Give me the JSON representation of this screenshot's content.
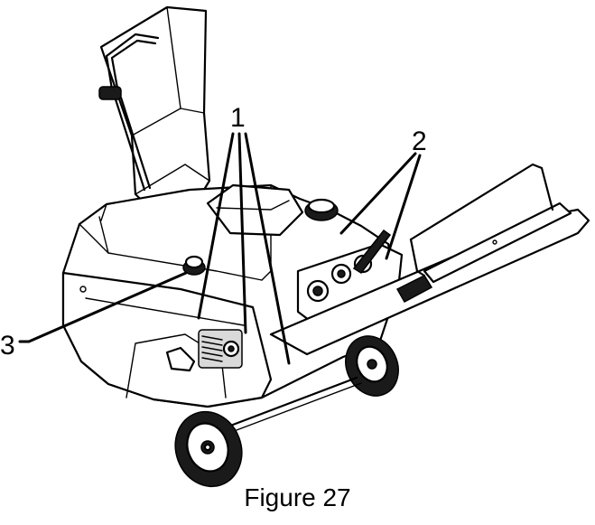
{
  "figure": {
    "caption": "Figure 27",
    "callouts": [
      {
        "label": "1"
      },
      {
        "label": "2"
      },
      {
        "label": "3"
      }
    ]
  }
}
